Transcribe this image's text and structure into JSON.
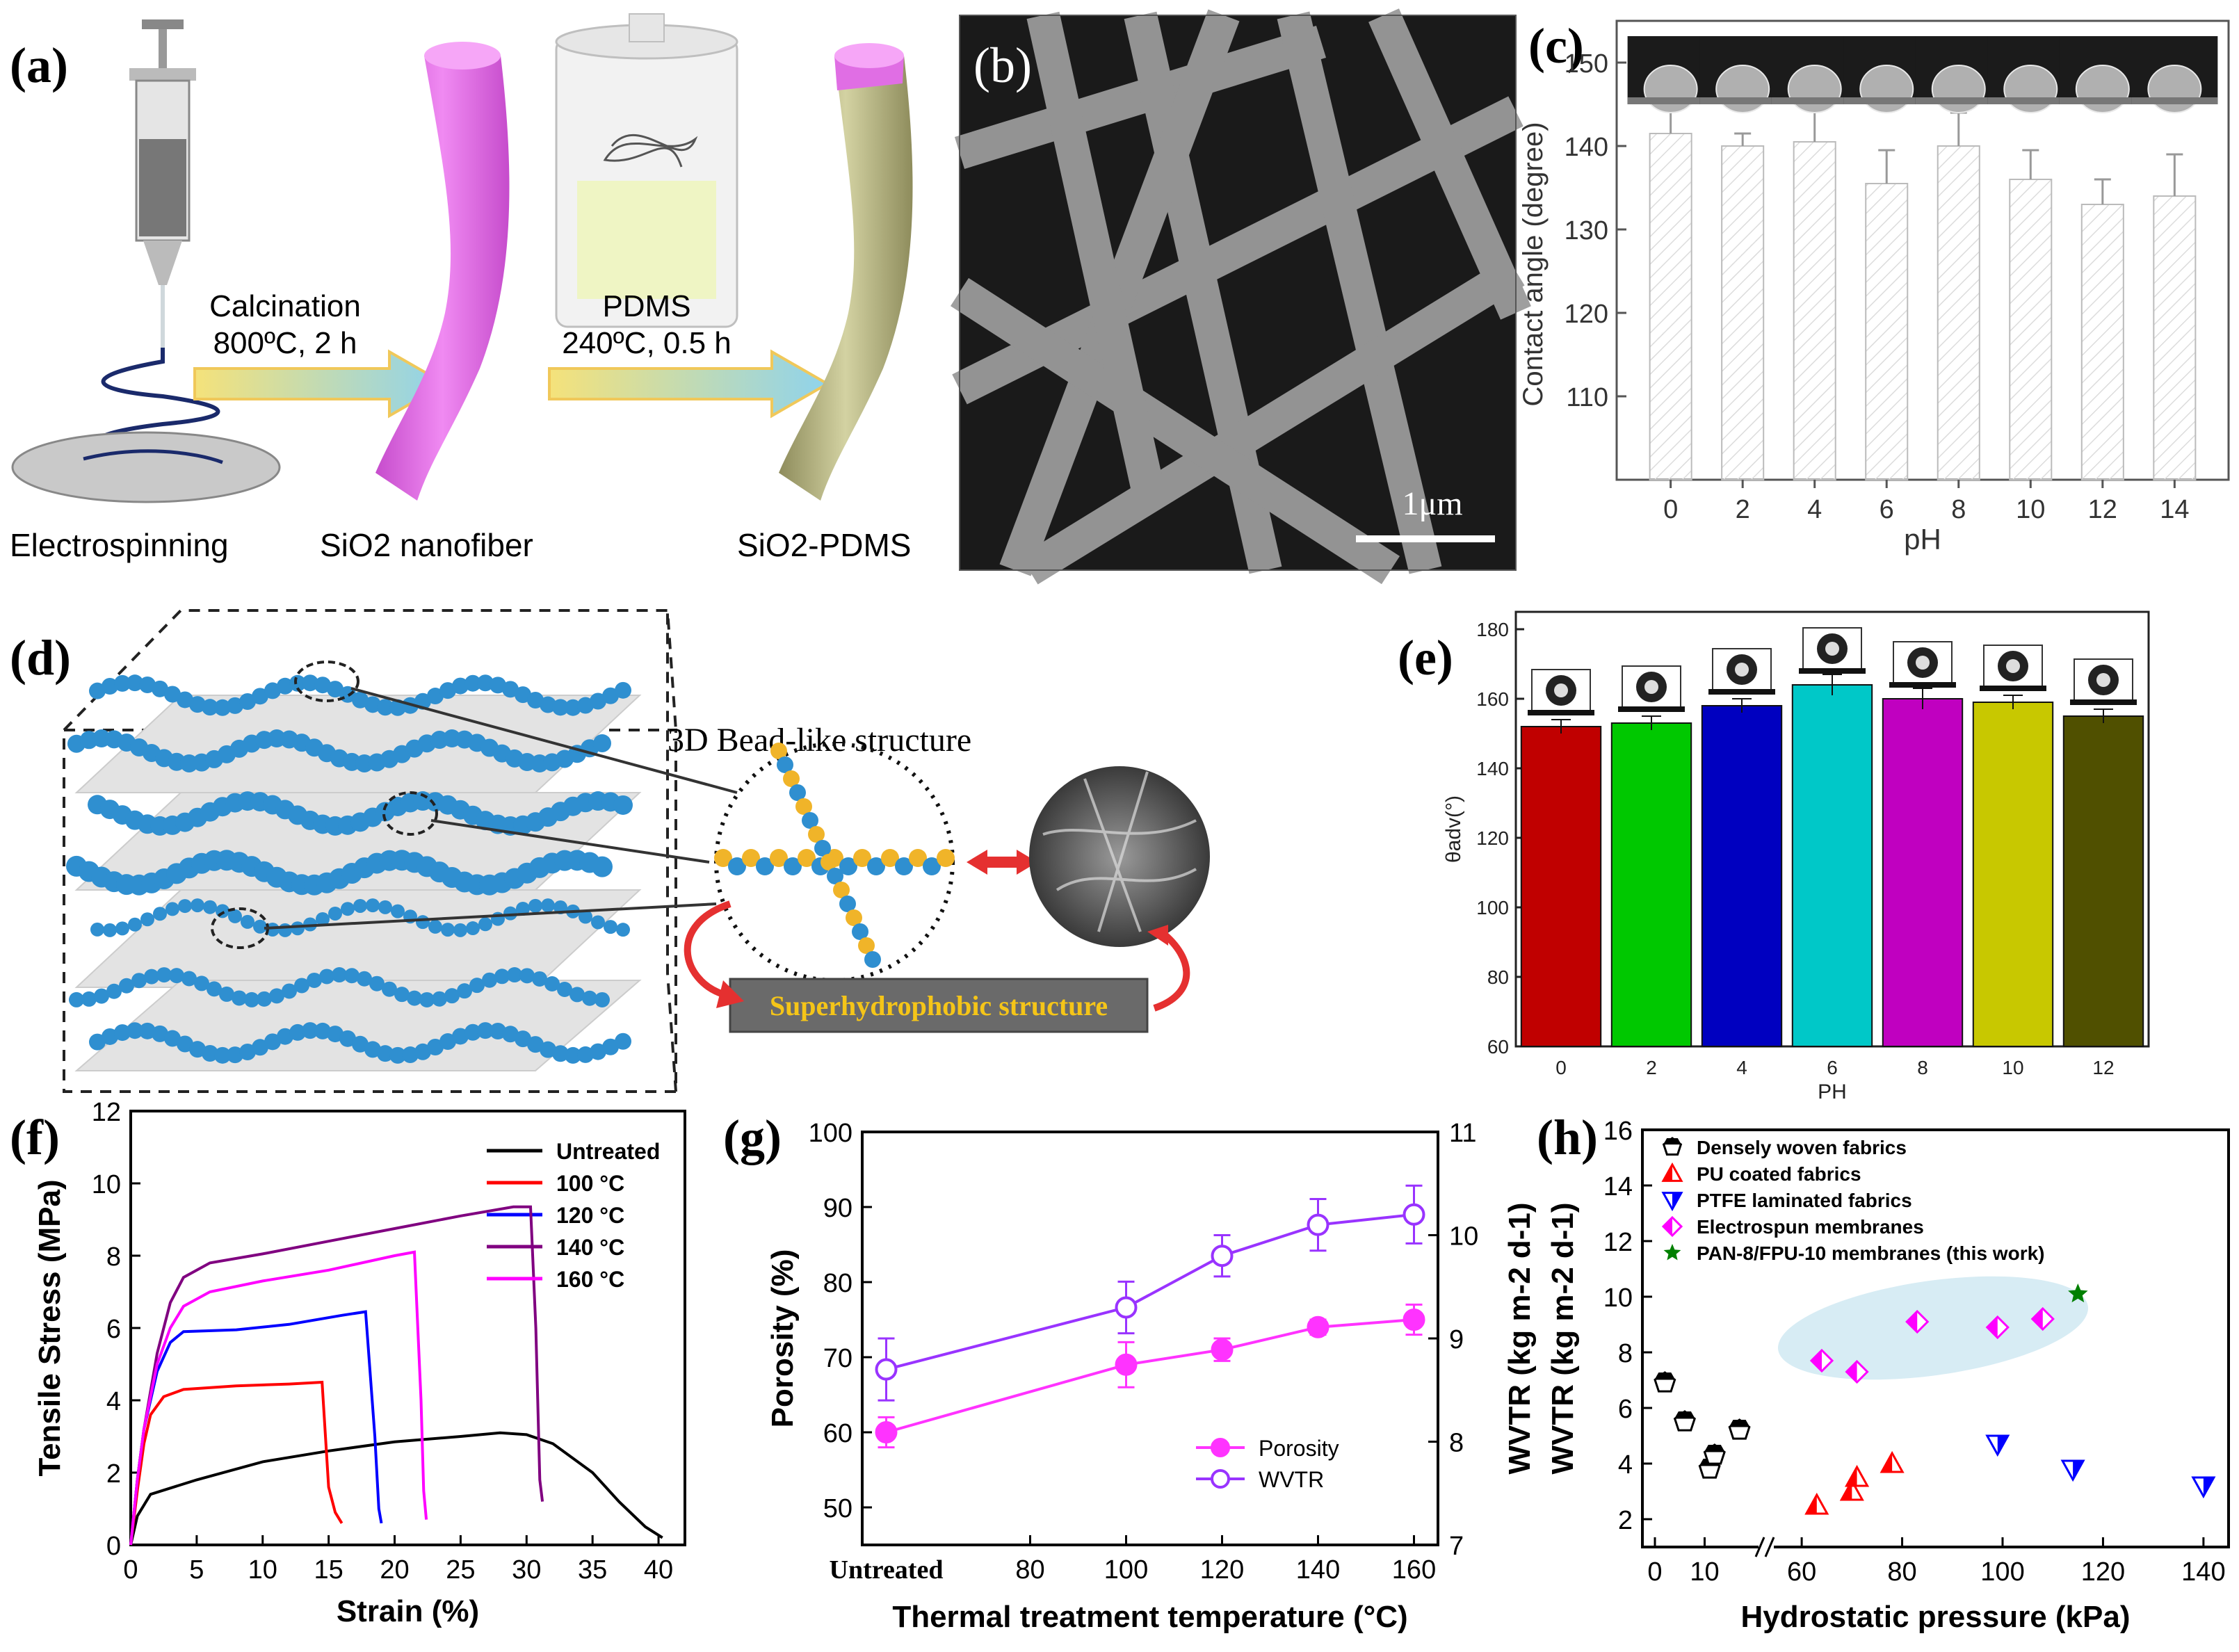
{
  "panels": {
    "a": {
      "label": "(a)",
      "step1_label": "Calcination",
      "step1_cond": "800ºC, 2 h",
      "step2_label": "PDMS",
      "step2_cond": "240ºC, 0.5 h",
      "cap_electrospinning": "Electrospinning",
      "cap_sio2": "SiO2 nanofiber",
      "cap_sio2_pdms": "SiO2-PDMS"
    },
    "b": {
      "label": "(b)",
      "scale_bar": "1μm"
    },
    "c": {
      "label": "(c)"
    },
    "d": {
      "label": "(d)",
      "callout": "3D Bead-like structure",
      "box_text": "Superhydrophobic structure"
    },
    "e": {
      "label": "(e)"
    },
    "f": {
      "label": "(f)"
    },
    "g": {
      "label": "(g)"
    },
    "h": {
      "label": "(h)"
    }
  },
  "chart_data": [
    {
      "id": "c",
      "type": "bar",
      "xlabel": "pH",
      "ylabel": "Contact angle (degree)",
      "categories": [
        "0",
        "2",
        "4",
        "6",
        "8",
        "10",
        "12",
        "14"
      ],
      "values": [
        141.5,
        140,
        140.5,
        135.5,
        140,
        136,
        133,
        134
      ],
      "errors": [
        3.5,
        1.5,
        4,
        4,
        4,
        3.5,
        3,
        5
      ],
      "ylim": [
        100,
        155
      ],
      "yticks": [
        110,
        120,
        130,
        140,
        150
      ],
      "bar_fill": "#ffffff",
      "bar_hatch": "#dcdcdc"
    },
    {
      "id": "e",
      "type": "bar",
      "xlabel": "PH",
      "ylabel": "θadv(°)",
      "categories": [
        "0",
        "2",
        "4",
        "6",
        "8",
        "10",
        "12"
      ],
      "values": [
        152,
        153,
        158,
        164,
        160,
        159,
        155
      ],
      "errors": [
        2,
        2,
        2,
        3,
        3,
        2,
        2
      ],
      "ylim": [
        60,
        185
      ],
      "yticks": [
        60,
        80,
        100,
        120,
        140,
        160,
        180
      ],
      "colors": [
        "#c00000",
        "#00c800",
        "#0000c0",
        "#00c8c8",
        "#c000c0",
        "#c8c800",
        "#505000"
      ]
    },
    {
      "id": "f",
      "type": "line",
      "xlabel": "Strain (%)",
      "ylabel": "Tensile Stress (MPa)",
      "xlim": [
        0,
        42
      ],
      "ylim": [
        0,
        12
      ],
      "xticks": [
        0,
        5,
        10,
        15,
        20,
        25,
        30,
        35,
        40
      ],
      "yticks": [
        0,
        2,
        4,
        6,
        8,
        10,
        12
      ],
      "series": [
        {
          "name": "Untreated",
          "color": "#000000",
          "points": [
            [
              0,
              0
            ],
            [
              0.5,
              0.8
            ],
            [
              1.5,
              1.4
            ],
            [
              5,
              1.8
            ],
            [
              10,
              2.3
            ],
            [
              15,
              2.6
            ],
            [
              20,
              2.85
            ],
            [
              25,
              3.0
            ],
            [
              28,
              3.1
            ],
            [
              30,
              3.05
            ],
            [
              32,
              2.8
            ],
            [
              35,
              2.0
            ],
            [
              37,
              1.2
            ],
            [
              39,
              0.5
            ],
            [
              40.3,
              0.2
            ]
          ]
        },
        {
          "name": "100 °C",
          "color": "#ff0000",
          "points": [
            [
              0,
              0
            ],
            [
              0.5,
              1.5
            ],
            [
              1,
              2.8
            ],
            [
              1.5,
              3.6
            ],
            [
              2.5,
              4.1
            ],
            [
              4,
              4.3
            ],
            [
              8,
              4.4
            ],
            [
              12,
              4.45
            ],
            [
              14.5,
              4.5
            ],
            [
              15,
              1.6
            ],
            [
              15.5,
              0.9
            ],
            [
              16,
              0.6
            ]
          ]
        },
        {
          "name": "120 °C",
          "color": "#0000ff",
          "points": [
            [
              0,
              0
            ],
            [
              0.5,
              1.8
            ],
            [
              1,
              3.2
            ],
            [
              2,
              4.8
            ],
            [
              3,
              5.6
            ],
            [
              4,
              5.9
            ],
            [
              8,
              5.95
            ],
            [
              12,
              6.1
            ],
            [
              16,
              6.35
            ],
            [
              17.8,
              6.45
            ],
            [
              18.5,
              3.0
            ],
            [
              18.8,
              1.0
            ],
            [
              19,
              0.6
            ]
          ]
        },
        {
          "name": "140 °C",
          "color": "#800080",
          "points": [
            [
              0,
              0
            ],
            [
              0.5,
              1.8
            ],
            [
              1,
              3.2
            ],
            [
              2,
              5.3
            ],
            [
              3,
              6.7
            ],
            [
              4,
              7.4
            ],
            [
              6,
              7.8
            ],
            [
              10,
              8.05
            ],
            [
              15,
              8.4
            ],
            [
              20,
              8.75
            ],
            [
              25,
              9.1
            ],
            [
              29,
              9.35
            ],
            [
              30.3,
              9.35
            ],
            [
              30.7,
              6.0
            ],
            [
              31,
              1.8
            ],
            [
              31.2,
              1.2
            ]
          ]
        },
        {
          "name": "160 °C",
          "color": "#ff00ff",
          "points": [
            [
              0,
              0
            ],
            [
              0.5,
              1.8
            ],
            [
              1,
              3.2
            ],
            [
              2,
              5.0
            ],
            [
              3,
              6.0
            ],
            [
              4,
              6.6
            ],
            [
              6,
              7.0
            ],
            [
              10,
              7.3
            ],
            [
              15,
              7.6
            ],
            [
              20,
              8.0
            ],
            [
              21.5,
              8.1
            ],
            [
              22,
              4.0
            ],
            [
              22.2,
              1.5
            ],
            [
              22.4,
              0.7
            ]
          ]
        }
      ]
    },
    {
      "id": "g",
      "type": "line",
      "xlabel": "Thermal treatment temperature (°C)",
      "ylabel": "Porosity (%)",
      "y2label": "WVTR (kg m-2 d-1)",
      "xlim": [
        45,
        165
      ],
      "xticks": [
        80,
        100,
        120,
        140,
        160
      ],
      "xtick_first": "Untreated",
      "ylim": [
        45,
        100
      ],
      "yticks": [
        50,
        60,
        70,
        80,
        90,
        100
      ],
      "y2lim": [
        7,
        11
      ],
      "y2ticks": [
        7,
        8,
        9,
        10,
        11
      ],
      "series": [
        {
          "name": "Porosity",
          "axis": "left",
          "color": "#ff33ff",
          "x": [
            50,
            100,
            120,
            140,
            160
          ],
          "y": [
            60,
            69,
            71,
            74,
            75
          ],
          "err": [
            2,
            3,
            1.5,
            1,
            2
          ]
        },
        {
          "name": "WVTR",
          "axis": "right",
          "color": "#9933ff",
          "x": [
            50,
            100,
            120,
            140,
            160
          ],
          "y": [
            8.7,
            9.3,
            9.8,
            10.1,
            10.2
          ],
          "err": [
            0.3,
            0.25,
            0.2,
            0.25,
            0.28
          ]
        }
      ]
    },
    {
      "id": "h",
      "type": "scatter",
      "xlabel": "Hydrostatic pressure (kPa)",
      "ylabel": "WVTR (kg m-2 d-1)",
      "ylim": [
        1,
        16
      ],
      "yticks": [
        2,
        4,
        6,
        8,
        10,
        12,
        14,
        16
      ],
      "xticks_left": [
        0,
        10
      ],
      "xticks_right": [
        60,
        80,
        100,
        120,
        140
      ],
      "series": [
        {
          "name": "Densely woven fabrics",
          "marker": "pentagon",
          "color": "#000000",
          "x": [
            2,
            6,
            11,
            12,
            17
          ],
          "y": [
            6.9,
            5.5,
            3.8,
            4.3,
            5.2
          ]
        },
        {
          "name": "PU coated fabrics",
          "marker": "triangle-up",
          "color": "#ff0000",
          "x": [
            63,
            70,
            71,
            78
          ],
          "y": [
            2.5,
            3.0,
            3.5,
            4.0
          ]
        },
        {
          "name": "PTFE laminated fabrics",
          "marker": "triangle-down",
          "color": "#0000ff",
          "x": [
            99,
            114,
            140
          ],
          "y": [
            4.7,
            3.8,
            3.2
          ]
        },
        {
          "name": "Electrospun membranes",
          "marker": "diamond",
          "color": "#ff00ff",
          "x": [
            64,
            71,
            83,
            99,
            108
          ],
          "y": [
            7.7,
            7.3,
            9.1,
            8.9,
            9.2
          ]
        },
        {
          "name": "PAN-8/FPU-10 membranes (this work)",
          "marker": "star",
          "color": "#008000",
          "x": [
            115
          ],
          "y": [
            10.1
          ]
        }
      ]
    }
  ]
}
